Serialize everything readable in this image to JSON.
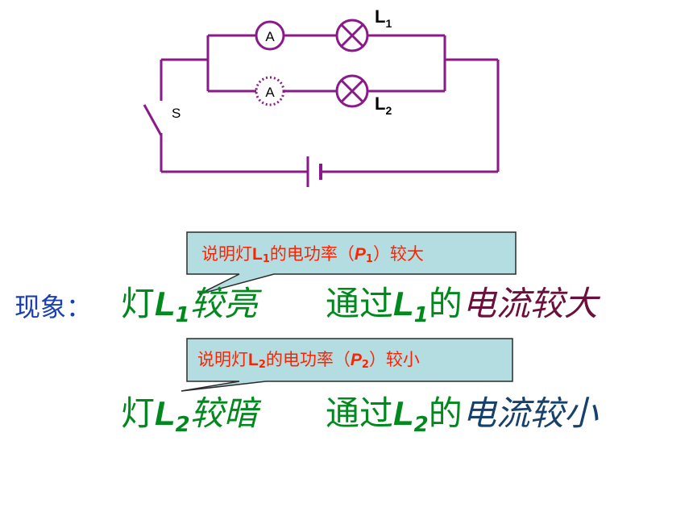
{
  "circuit": {
    "switch_label": "S",
    "ammeter_top": "A",
    "ammeter_bottom": "A",
    "lamp1_label": {
      "letter": "L",
      "sub": "1"
    },
    "lamp2_label": {
      "letter": "L",
      "sub": "2"
    },
    "wire_color": "#8a1a8a"
  },
  "callout1": {
    "pre": "说明灯",
    "sym": "L",
    "sub": "1",
    "mid": "的电功率（",
    "psym": "P",
    "psub": "1",
    "post": "）较大",
    "fill": "#b3dde0"
  },
  "callout2": {
    "pre": "说明灯",
    "sym": "L",
    "sub": "2",
    "mid": "的电功率（",
    "psym": "P",
    "psub": "2",
    "post": "）较小",
    "fill": "#b3dde0"
  },
  "heading": "现象：",
  "row1": {
    "lamp_pre": "灯",
    "lamp_sym": "L",
    "lamp_sub": "1",
    "lamp_state": "较亮",
    "flow_pre": "通过",
    "flow_sym": "L",
    "flow_sub": "1",
    "flow_de": "的",
    "flow_current": "电流较大"
  },
  "row2": {
    "lamp_pre": "灯",
    "lamp_sym": "L",
    "lamp_sub": "2",
    "lamp_state": "较暗",
    "flow_pre": "通过",
    "flow_sym": "L",
    "flow_sub": "2",
    "flow_de": "的",
    "flow_current": "电流较小"
  }
}
